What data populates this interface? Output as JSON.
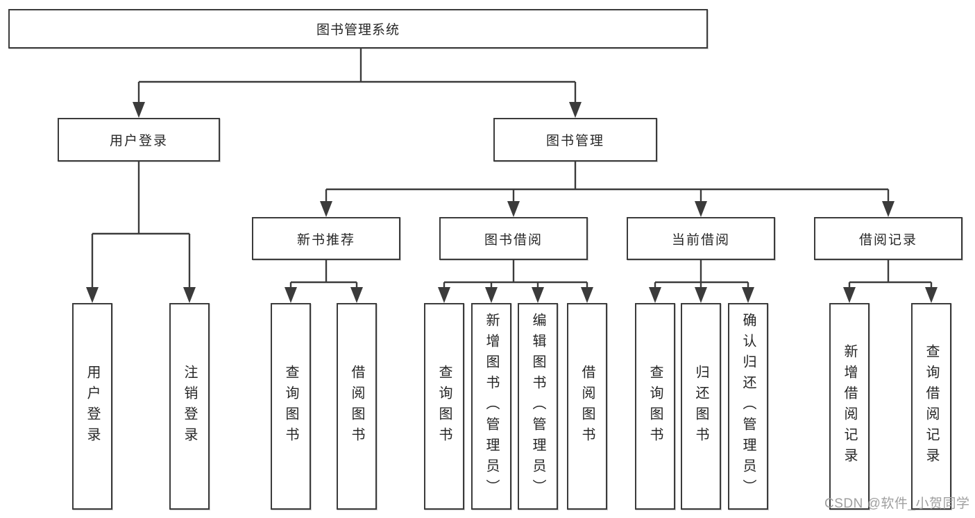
{
  "diagram": {
    "root": {
      "label": "图书管理系统",
      "children": [
        {
          "label": "用户登录",
          "children": [
            {
              "label": "用户登录"
            },
            {
              "label": "注销登录"
            }
          ]
        },
        {
          "label": "图书管理",
          "children": [
            {
              "label": "新书推荐",
              "children": [
                {
                  "label": "查询图书"
                },
                {
                  "label": "借阅图书"
                }
              ]
            },
            {
              "label": "图书借阅",
              "children": [
                {
                  "label": "查询图书"
                },
                {
                  "label": "新增图书（管理员）"
                },
                {
                  "label": "编辑图书（管理员）"
                },
                {
                  "label": "借阅图书"
                }
              ]
            },
            {
              "label": "当前借阅",
              "children": [
                {
                  "label": "查询图书"
                },
                {
                  "label": "归还图书"
                },
                {
                  "label": "确认归还（管理员）"
                }
              ]
            },
            {
              "label": "借阅记录",
              "children": [
                {
                  "label": "新增借阅记录"
                },
                {
                  "label": "查询借阅记录"
                }
              ]
            }
          ]
        }
      ]
    },
    "watermark": {
      "text": "CSDN @软件_小贺同学"
    },
    "colors": {
      "line": "#3b3b3b",
      "box_border": "#3b3b3b",
      "text": "#262626",
      "watermark": "#9f9f9f",
      "background": "#ffffff"
    }
  }
}
